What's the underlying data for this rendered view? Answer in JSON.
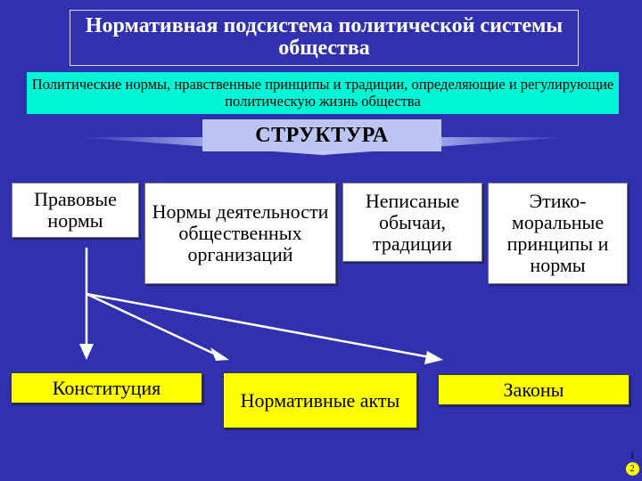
{
  "title": "Нормативная подсистема политической системы общества",
  "definition": "Политические нормы, нравственные принципы и традиции, определяющие и регулирующие политическую жизнь общества",
  "structure_label": "СТРУКТУРА",
  "categories": [
    "Правовые нормы",
    "Нормы деятельности общественных организаций",
    "Неписаные обычаи, традиции",
    "Этико-моральные принципы и нормы"
  ],
  "legal_forms": [
    "Конституция",
    "Нормативные акты",
    "Законы"
  ],
  "page_number": [
    "1",
    "2"
  ],
  "colors": {
    "background": "#3131b0",
    "definition_fill": "#00f5d6",
    "structure_fill": "#bcc4f2",
    "legal_form_fill": "#ffff00",
    "arrow": "#ffffff"
  }
}
